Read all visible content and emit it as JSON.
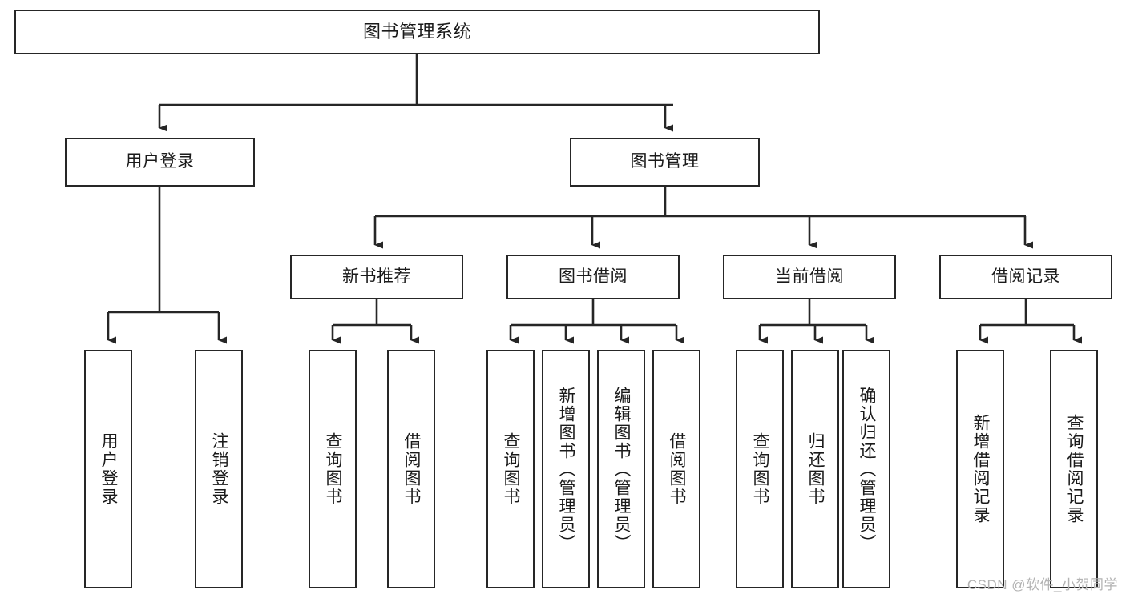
{
  "diagram": {
    "title": "图书管理系统",
    "type": "tree-hierarchy-chart",
    "orientation": "top-down",
    "colors": {
      "box_border": "#262626",
      "box_fill": "#ffffff",
      "edge": "#262626",
      "text": "#1a1a1a",
      "watermark": "#b3b3b3",
      "background": "#ffffff"
    },
    "root": {
      "label": "图书管理系统"
    },
    "level2": [
      {
        "label": "用户登录"
      },
      {
        "label": "图书管理"
      }
    ],
    "level3": [
      {
        "label": "新书推荐"
      },
      {
        "label": "图书借阅"
      },
      {
        "label": "当前借阅"
      },
      {
        "label": "借阅记录"
      }
    ],
    "leaves": {
      "user_login": [
        {
          "label": "用户登录"
        },
        {
          "label": "注销登录"
        }
      ],
      "new_book_recommend": [
        {
          "label": "查询图书"
        },
        {
          "label": "借阅图书"
        }
      ],
      "book_borrow": [
        {
          "label": "查询图书"
        },
        {
          "label": "新增图书（管理员）"
        },
        {
          "label": "编辑图书（管理员）"
        },
        {
          "label": "借阅图书"
        }
      ],
      "current_borrow": [
        {
          "label": "查询图书"
        },
        {
          "label": "归还图书"
        },
        {
          "label": "确认归还（管理员）"
        }
      ],
      "borrow_record": [
        {
          "label": "新增借阅记录"
        },
        {
          "label": "查询借阅记录"
        }
      ]
    }
  },
  "watermark": {
    "text": "CSDN @软件_小贺同学"
  }
}
